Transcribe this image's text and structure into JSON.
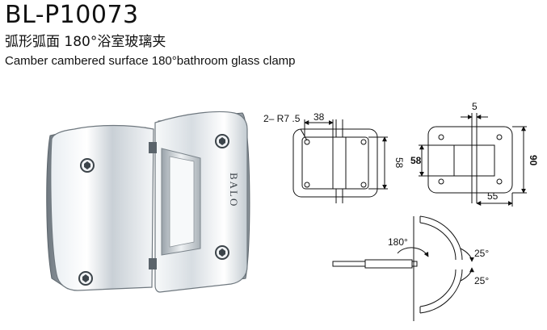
{
  "header": {
    "model": "BL-P10073",
    "name_cn": "弧形弧面 180°浴室玻璃夹",
    "name_en": "Camber cambered surface 180°bathroom glass clamp"
  },
  "product_photo": {
    "brand": "BALO"
  },
  "drawing_front": {
    "radius_label": "2– R7 .5",
    "width_label": "38",
    "height_label": "58"
  },
  "drawing_side": {
    "gap_label": "5",
    "height_left_label": "58",
    "height_right_label": "90",
    "width_label": "55"
  },
  "rotation_diagram": {
    "open_angle_label": "180°",
    "upper_tilt_label": "25°",
    "lower_tilt_label": "25°"
  }
}
